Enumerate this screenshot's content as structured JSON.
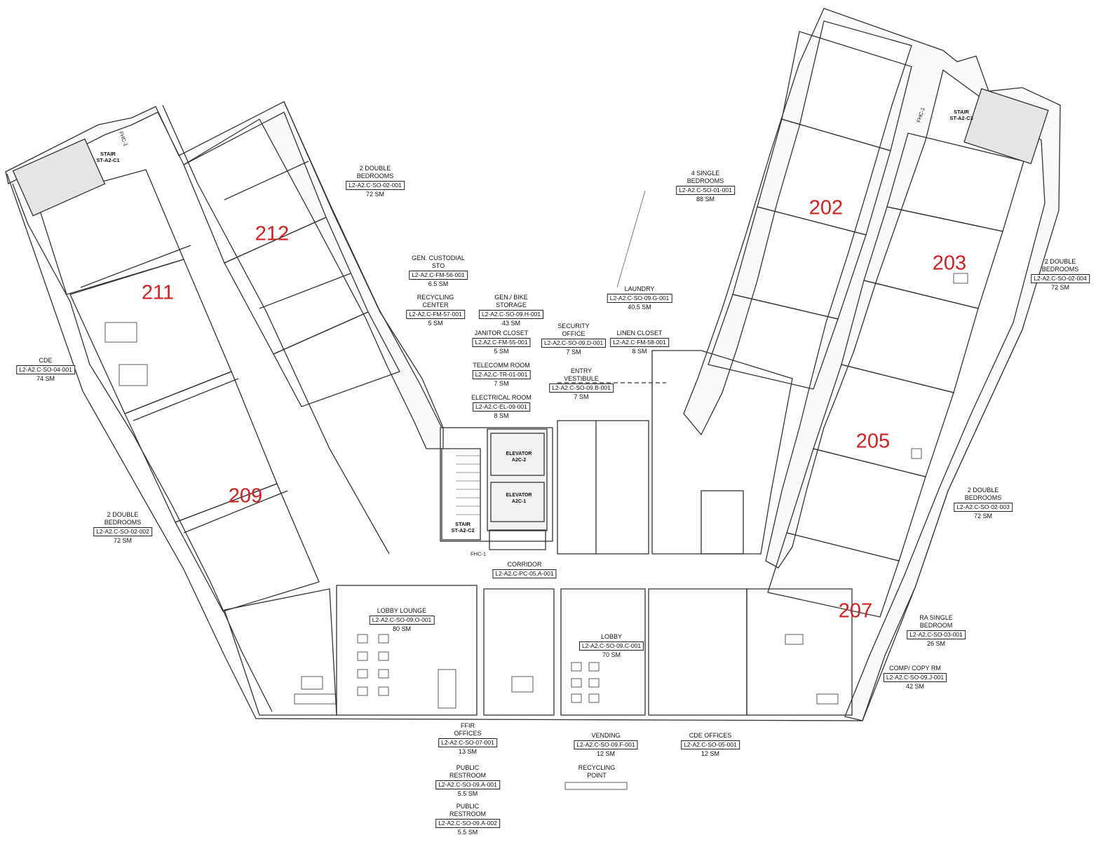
{
  "units": [
    {
      "id": "unit-211",
      "number": "211"
    },
    {
      "id": "unit-212",
      "number": "212"
    },
    {
      "id": "unit-209",
      "number": "209"
    },
    {
      "id": "unit-202",
      "number": "202"
    },
    {
      "id": "unit-203",
      "number": "203"
    },
    {
      "id": "unit-205",
      "number": "205"
    },
    {
      "id": "unit-207",
      "number": "207"
    }
  ],
  "rooms": [
    {
      "id": "2-double-bedrooms-001",
      "name": "2 DOUBLE BEDROOMS",
      "code": "L2-A2.C-SO-02-001",
      "area": "72 SM"
    },
    {
      "id": "gen-custodial-sto",
      "name": "GEN. CUSTODIAL STO",
      "code": "L2-A2.C-FM-56-001",
      "area": "6.5 SM"
    },
    {
      "id": "recycling-center",
      "name": "RECYCLING CENTER",
      "code": "L2-A2.C-FM-57-001",
      "area": "5 SM"
    },
    {
      "id": "gen-bike-storage",
      "name": "GEN./ BIKE STORAGE",
      "code": "L2-A2.C-SO-09.H-001",
      "area": "43 SM"
    },
    {
      "id": "janitor-closet",
      "name": "JANITOR CLOSET",
      "code": "L2.A2.C-FM-55-001",
      "area": "5 SM"
    },
    {
      "id": "telecomm-room",
      "name": "TELECOMM ROOM",
      "code": "L2-A2.C-TR-01-001",
      "area": "7 SM"
    },
    {
      "id": "electrical-room",
      "name": "ELECTRICAL ROOM",
      "code": "L2-A2.C-EL-09-001",
      "area": "8 SM"
    },
    {
      "id": "security-office",
      "name": "SECURITY OFFICE",
      "code": "L2-A2.C-SO-09.D-001",
      "area": "7 SM"
    },
    {
      "id": "linen-closet",
      "name": "LINEN CLOSET",
      "code": "L2-A2.C-FM-58-001",
      "area": "8 SM"
    },
    {
      "id": "entry-vestibule",
      "name": "ENTRY VESTIBULE",
      "code": "L2-A2.C-SO-09.B-001",
      "area": "7 SM"
    },
    {
      "id": "laundry",
      "name": "LAUNDRY",
      "code": "L2-A2.C-SO-09.G-001",
      "area": "40.5 SM"
    },
    {
      "id": "4-single-bedrooms",
      "name": "4 SINGLE BEDROOMS",
      "code": "L2-A2.C-SO-01-001",
      "area": "88 SM"
    },
    {
      "id": "2-double-bedrooms-004",
      "name": "2 DOUBLE BEDROOMS",
      "code": "L2-A2.C-SO-02-004",
      "area": "72 SM"
    },
    {
      "id": "cde",
      "name": "CDE",
      "code": "L2-A2.C-SO-04-001",
      "area": "74 SM"
    },
    {
      "id": "2-double-bedrooms-002",
      "name": "2 DOUBLE BEDROOMS",
      "code": "L2-A2.C-SO-02-002",
      "area": "72 SM"
    },
    {
      "id": "2-double-bedrooms-003",
      "name": "2 DOUBLE BEDROOMS",
      "code": "L2-A2.C-SO-02-003",
      "area": "72 SM"
    },
    {
      "id": "corridor",
      "name": "CORRIDOR",
      "code": "L2-A2.C-PC-05.A-001",
      "area": ""
    },
    {
      "id": "lobby-lounge",
      "name": "LOBBY LOUNGE",
      "code": "L2-A2.C-SO-09.O-001",
      "area": "80 SM"
    },
    {
      "id": "lobby",
      "name": "LOBBY",
      "code": "L2-A2.C-SO-09.C-001",
      "area": "70 SM"
    },
    {
      "id": "ra-single-bedroom",
      "name": "RA SINGLE BEDROOM",
      "code": "L2-A2.C-SO-03-001",
      "area": "26 SM"
    },
    {
      "id": "comp-copy-rm",
      "name": "COMP/ COPY RM",
      "code": "L2-A2.C-SO-09.J-001",
      "area": "42 SM"
    },
    {
      "id": "ffir-offices",
      "name": "FFIR OFFICES",
      "code": "L2-A2.C-SO-07-001",
      "area": "13 SM"
    },
    {
      "id": "vending",
      "name": "VENDING",
      "code": "L2-A2.C-SO-09.F-001",
      "area": "12 SM"
    },
    {
      "id": "cde-offices",
      "name": "CDE OFFICES",
      "code": "L2-A2.C-SO-05-001",
      "area": "12 SM"
    },
    {
      "id": "public-restroom-1",
      "name": "PUBLIC RESTROOM",
      "code": "L2-A2.C-SO-09.A-001",
      "area": "5.5 SM"
    },
    {
      "id": "public-restroom-2",
      "name": "PUBLIC RESTROOM",
      "code": "L2-A2.C-SO-09.A-002",
      "area": "5.5 SM"
    },
    {
      "id": "recycling-point",
      "name": "RECYCLING POINT",
      "code": "",
      "area": ""
    }
  ],
  "stairs": [
    {
      "id": "stair-c1",
      "line1": "STAIR",
      "line2": "ST-A2-C1"
    },
    {
      "id": "stair-c2",
      "line1": "STAIR",
      "line2": "ST-A2-C2"
    },
    {
      "id": "stair-c3",
      "line1": "STAIR",
      "line2": "ST-A2-C3"
    }
  ],
  "elevators": [
    {
      "id": "elevator-2",
      "line1": "ELEVATOR",
      "line2": "A2C-2"
    },
    {
      "id": "elevator-1",
      "line1": "ELEVATOR",
      "line2": "A2C-1"
    }
  ],
  "fhc": [
    "FHC-1",
    "FHC-1",
    "FHC-1"
  ],
  "colors": {
    "unit_number": "#d0201f",
    "wall": "#333333",
    "wall_fill": "#d9d9d9"
  }
}
